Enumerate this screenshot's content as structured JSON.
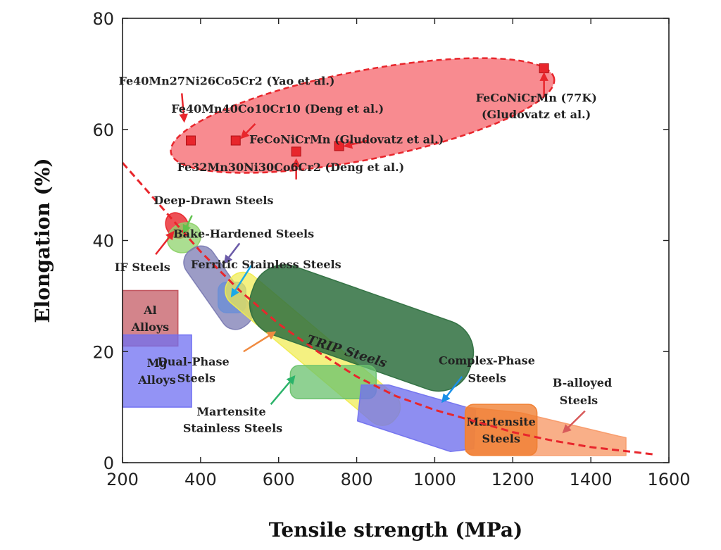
{
  "chart_data": {
    "type": "scatter",
    "xlabel": "Tensile strength (MPa)",
    "ylabel": "Elongation (%)",
    "xlim": [
      200,
      1600
    ],
    "ylim": [
      0,
      80
    ],
    "xticks": [
      200,
      400,
      600,
      800,
      1000,
      1200,
      1400,
      1600
    ],
    "yticks": [
      0,
      20,
      40,
      60,
      80
    ],
    "grid": false,
    "colors": {
      "hea": "#e8262c",
      "hea_fill": "#f7777c",
      "trend": "#e8262c"
    },
    "hea_points": [
      {
        "x": 375,
        "y": 58
      },
      {
        "x": 490,
        "y": 58
      },
      {
        "x": 645,
        "y": 56
      },
      {
        "x": 755,
        "y": 57
      },
      {
        "x": 1280,
        "y": 71
      }
    ],
    "trend_curve": [
      {
        "x": 200,
        "y": 54
      },
      {
        "x": 300,
        "y": 46
      },
      {
        "x": 400,
        "y": 38
      },
      {
        "x": 500,
        "y": 31
      },
      {
        "x": 600,
        "y": 25
      },
      {
        "x": 700,
        "y": 20
      },
      {
        "x": 800,
        "y": 15.5
      },
      {
        "x": 900,
        "y": 12
      },
      {
        "x": 1000,
        "y": 9.5
      },
      {
        "x": 1100,
        "y": 7.5
      },
      {
        "x": 1200,
        "y": 5.5
      },
      {
        "x": 1300,
        "y": 4
      },
      {
        "x": 1400,
        "y": 2.8
      },
      {
        "x": 1500,
        "y": 2
      },
      {
        "x": 1560,
        "y": 1.5
      }
    ],
    "hea_region": {
      "cx": 815,
      "cy": 62.5,
      "rx": 500,
      "ry": 8,
      "angle_deg": -11
    },
    "regions": [
      {
        "name": "Al Alloys",
        "label_lines": [
          "Al",
          "Alloys"
        ],
        "color": "#c0505a",
        "opacity": 0.7,
        "rect": {
          "x0": 200,
          "x1": 342,
          "y0": 21,
          "y1": 31
        }
      },
      {
        "name": "Mg Alloys",
        "label_lines": [
          "Mg",
          "Alloys"
        ],
        "color": "#6f6ff2",
        "opacity": 0.75,
        "rect": {
          "x0": 200,
          "x1": 377,
          "y0": 10,
          "y1": 23
        }
      },
      {
        "name": "IF Steels",
        "color": "#e8262c",
        "opacity": 0.8,
        "ellipse": {
          "cx": 340,
          "cy": 42.7,
          "rx": 28,
          "ry": 2.4,
          "angle_deg": -30
        }
      },
      {
        "name": "Deep-Drawn Steels",
        "color": "#8fd36c",
        "opacity": 0.75,
        "ellipse": {
          "cx": 358,
          "cy": 40.5,
          "rx": 44,
          "ry": 2.6,
          "angle_deg": -25
        }
      },
      {
        "name": "Bake-Hardened Steels",
        "color": "#7b7bb3",
        "opacity": 0.75,
        "band": {
          "x0": 400,
          "y0": 36,
          "x1": 490,
          "y1": 27,
          "width": 46
        }
      },
      {
        "name": "Ferritic Stainless Steels",
        "color": "#6b8fd6",
        "opacity": 0.8,
        "rect": {
          "x0": 445,
          "x1": 516,
          "y0": 27,
          "y1": 32.5
        }
      },
      {
        "name": "Dual-Phase Steels",
        "color": "#f0ec50",
        "opacity": 0.72,
        "band": {
          "x0": 510,
          "y0": 31,
          "x1": 865,
          "y1": 10,
          "width": 50
        }
      },
      {
        "name": "TRIP Steels",
        "color": "#2f7040",
        "opacity": 0.85,
        "band": {
          "x0": 620,
          "y0": 29,
          "x1": 1005,
          "y1": 19.5,
          "width": 102
        }
      },
      {
        "name": "Martensite Stainless Steels",
        "color": "#6ac26e",
        "opacity": 0.75,
        "rect": {
          "x0": 630,
          "x1": 850,
          "y0": 11.5,
          "y1": 17.5
        }
      },
      {
        "name": "Complex-Phase Steels",
        "color": "#7272ee",
        "opacity": 0.8,
        "poly": [
          [
            812,
            14
          ],
          [
            882,
            14
          ],
          [
            1105,
            9.5
          ],
          [
            1100,
            2.5
          ],
          [
            1040,
            2
          ],
          [
            802,
            7.5
          ]
        ]
      },
      {
        "name": "B-alloyed Steels",
        "color": "#f89b6a",
        "opacity": 0.8,
        "poly": [
          [
            1080,
            10
          ],
          [
            1220,
            9
          ],
          [
            1470,
            4.8
          ],
          [
            1490,
            4.5
          ],
          [
            1490,
            1.3
          ],
          [
            1100,
            1.3
          ],
          [
            1080,
            2
          ]
        ]
      },
      {
        "name": "Martensite Steels",
        "label_lines": [
          "Martensite",
          "Steels"
        ],
        "color": "#f07e30",
        "opacity": 0.78,
        "rect": {
          "x0": 1078,
          "x1": 1262,
          "y0": 1.3,
          "y1": 10.5
        }
      }
    ],
    "annotations": [
      {
        "name": "yao",
        "text": "Fe40Mn27Ni26Co5Cr2 (Yao et al.)",
        "x": 190,
        "y": 68
      },
      {
        "name": "deng-1",
        "text": "Fe40Mn40Co10Cr10 (Deng et al.)",
        "x": 325,
        "y": 63
      },
      {
        "name": "gludovatz-rt",
        "text": "FeCoNiCrMn (Gludovatz et al.)",
        "x": 525,
        "y": 57.5
      },
      {
        "name": "deng-2",
        "text": "Fe32Mn30Ni30Co6Cr2 (Deng et al.)",
        "x": 340,
        "y": 52.5
      },
      {
        "name": "gludovatz-77k-a",
        "text": "FeCoNiCrMn (77K)",
        "x": 1105,
        "y": 65
      },
      {
        "name": "gludovatz-77k-b",
        "text": "(Gludovatz et al.)",
        "x": 1120,
        "y": 62
      },
      {
        "name": "deep-drawn-label",
        "text": "Deep-Drawn Steels",
        "x": 280,
        "y": 46.5
      },
      {
        "name": "bake-hardened-label",
        "text": "Bake-Hardened Steels",
        "x": 330,
        "y": 40.5
      },
      {
        "name": "if-steels-label",
        "text": "IF Steels",
        "x": 180,
        "y": 34.5
      },
      {
        "name": "ferritic-label",
        "text": "Ferritic Stainless Steels",
        "x": 375,
        "y": 35
      },
      {
        "name": "trip-label",
        "text": "TRIP Steels",
        "x": 670,
        "y": 21.5,
        "rotate": 17,
        "style": "trip"
      },
      {
        "name": "dual-phase-1",
        "text": "Dual-Phase",
        "x": 290,
        "y": 17.5
      },
      {
        "name": "dual-phase-2",
        "text": "Steels",
        "x": 340,
        "y": 14.5
      },
      {
        "name": "martensite-stainless-1",
        "text": "Martensite",
        "x": 390,
        "y": 8.5
      },
      {
        "name": "martensite-stainless-2",
        "text": "Stainless Steels",
        "x": 355,
        "y": 5.5
      },
      {
        "name": "complex-phase-1",
        "text": "Complex-Phase",
        "x": 1010,
        "y": 17.7
      },
      {
        "name": "complex-phase-2",
        "text": "Steels",
        "x": 1085,
        "y": 14.5
      },
      {
        "name": "b-alloyed-1",
        "text": "B-alloyed",
        "x": 1302,
        "y": 13.7
      },
      {
        "name": "b-alloyed-2",
        "text": "Steels",
        "x": 1320,
        "y": 10.5
      }
    ],
    "arrows": [
      {
        "name": "arrow-yao",
        "from": [
          352,
          66.5
        ],
        "to": [
          358,
          61.5
        ],
        "color": "#e8262c"
      },
      {
        "name": "arrow-deng-1",
        "from": [
          540,
          61
        ],
        "to": [
          505,
          58.5
        ],
        "color": "#e8262c"
      },
      {
        "name": "arrow-gludovatz-rt",
        "from": [
          830,
          58
        ],
        "to": [
          770,
          57
        ],
        "color": "#e8262c"
      },
      {
        "name": "arrow-deng-2",
        "from": [
          645,
          51
        ],
        "to": [
          645,
          54.5
        ],
        "color": "#e8262c"
      },
      {
        "name": "arrow-gludovatz-77k",
        "from": [
          1280,
          66
        ],
        "to": [
          1280,
          70
        ],
        "color": "#e8262c"
      },
      {
        "name": "arrow-deep-drawn",
        "from": [
          378,
          44.5
        ],
        "to": [
          357,
          41.5
        ],
        "color": "#5fc24c"
      },
      {
        "name": "arrow-bake-hardened",
        "from": [
          500,
          39.5
        ],
        "to": [
          462,
          36
        ],
        "color": "#6b5ba8"
      },
      {
        "name": "arrow-if-steels",
        "from": [
          285,
          37.5
        ],
        "to": [
          330,
          41.5
        ],
        "color": "#e8262c"
      },
      {
        "name": "arrow-ferritic",
        "from": [
          530,
          35.5
        ],
        "to": [
          480,
          30
        ],
        "color": "#1aa9e8"
      },
      {
        "name": "arrow-dual-phase",
        "from": [
          510,
          20
        ],
        "to": [
          590,
          23.5
        ],
        "color": "#f08a40"
      },
      {
        "name": "arrow-martensite-stainless",
        "from": [
          580,
          10.5
        ],
        "to": [
          640,
          15.5
        ],
        "color": "#2bb36a"
      },
      {
        "name": "arrow-complex-phase",
        "from": [
          1070,
          15.5
        ],
        "to": [
          1020,
          11
        ],
        "color": "#1a90e8"
      },
      {
        "name": "arrow-b-alloyed",
        "from": [
          1385,
          9.3
        ],
        "to": [
          1330,
          5.5
        ],
        "color": "#d85a5a"
      }
    ]
  }
}
